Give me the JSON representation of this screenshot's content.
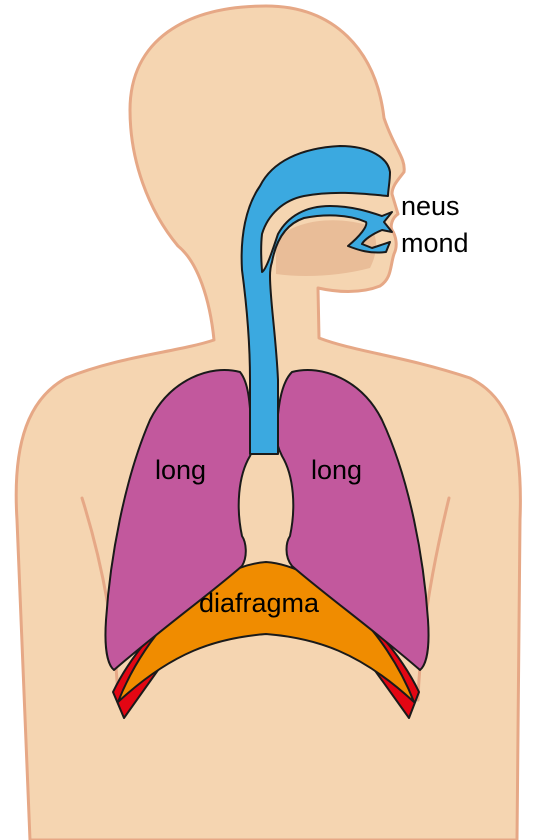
{
  "labels": {
    "nose": "neus",
    "mouth": "mond",
    "left_lung": "long",
    "right_lung": "long",
    "diaphragm": "diafragma"
  },
  "colors": {
    "skin": "#F5D5B1",
    "skin_outline": "#E6A886",
    "mouth_cavity": "#E9BD98",
    "airway": "#3BA9E0",
    "lung": "#C2589D",
    "diaphragm": "#F08C00",
    "diaphragm_edge": "#E30613",
    "outline": "#1a1a1a"
  }
}
